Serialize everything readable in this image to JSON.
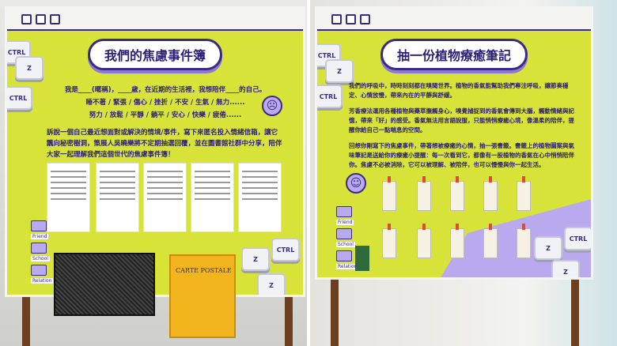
{
  "left_board": {
    "title": "我們的焦慮事件簿",
    "line1": "我是____(暱稱)，____歲，在近期的生活裡，我想陪伴____的自己。",
    "line2": "睡不著 / 緊張 / 傷心 / 挫折 / 不安 / 生氣 / 無力......",
    "line3": "努力 / 放鬆 / 平靜 / 躺平 / 安心 / 快樂 / 疲倦......",
    "paragraph": "訴說一個自己最近想面對或解決的情境/事件，寫下來匿名投入情緒信箱，讓它飄向秘密樹洞，策展人吳曉樂將不定期抽選回覆，並在圖書館社群中分享，陪伴大家一起理解我們這個世代的焦慮事件簿！",
    "folders": [
      "Friend",
      "School",
      "Relation"
    ],
    "mailbox_label": "CARTE POSTALE",
    "keys": [
      "CTRL",
      "Z",
      "CTRL",
      "Z",
      "CTRL",
      "Z"
    ]
  },
  "right_board": {
    "title": "抽一份植物療癒筆記",
    "paragraph1": "我們的呼吸中，時時刻刻都在嗅聞世界。植物的香氣能幫助我們專注呼吸，讓節奏穩定、心情放慢，帶來內在的平靜與舒緩。",
    "paragraph2": "芳香療法運用各種植物與藥草撫觸身心，嗅覺捕捉到的香氣會傳到大腦，觸動情緒與記憶，帶來「好」的感受。香氣無法用言語說服，只能悄悄療癒心境，像溫柔的陪伴，提醒你給自己一點喘息的空間。",
    "paragraph3": "回想你剛寫下的焦慮事件，帶著想被療癒的心情，抽一張書籤。書籤上的植物圖案與氣味筆記是送給你的療癒小提醒：每一次看到它，都像有一股植物的香氣在心中悄悄陪伴你。焦慮不必被消除，它可以被理解、被陪伴，也可以慢慢與你一起生活。",
    "folders": [
      "Friend",
      "School",
      "Relation"
    ],
    "keys": [
      "CTRL",
      "Z",
      "CTRL",
      "Z",
      "CTRL",
      "Z"
    ]
  },
  "colors": {
    "board": "#d8e33a",
    "accent": "#3b2a83",
    "lavender": "#b9a9ef"
  }
}
